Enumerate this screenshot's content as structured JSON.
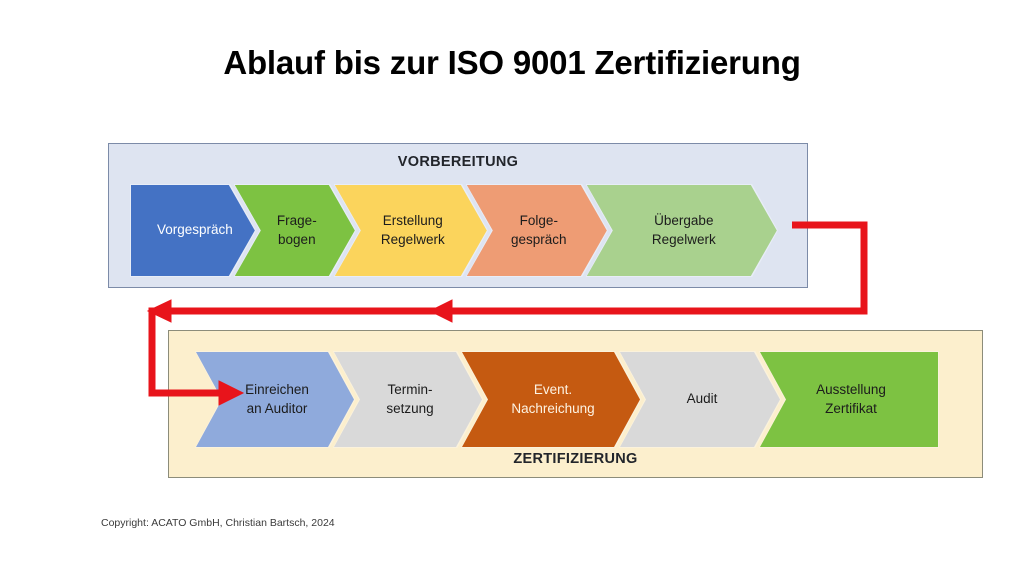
{
  "slide": {
    "title": "Ablauf bis zur ISO 9001 Zertifizierung",
    "copyright": "Copyright: ACATO GmbH, Christian Bartsch, 2024",
    "background_color": "#FFFFFF"
  },
  "phases": [
    {
      "id": "vorbereitung",
      "label": "VORBEREITUNG",
      "label_position": "top",
      "background_color": "#DEE4F1",
      "border_color": "#7C8BA8",
      "steps": [
        {
          "label": "Vorgespräch",
          "shape": "pentagon-head",
          "fill": "#4472C4",
          "outline": "#E8EDF7",
          "text_color": "#FFFFFF",
          "width": 122
        },
        {
          "label": "Frage-\nbogen",
          "shape": "chevron",
          "fill": "#7DC242",
          "outline": "#E8EDF7",
          "text_color": "#1C1C1C",
          "width": 120
        },
        {
          "label": "Erstellung\nRegelwerk",
          "shape": "chevron",
          "fill": "#FBD45C",
          "outline": "#E8EDF7",
          "text_color": "#1C1C1C",
          "width": 152
        },
        {
          "label": "Folge-\ngespräch",
          "shape": "chevron",
          "fill": "#EE9C74",
          "outline": "#E8EDF7",
          "text_color": "#1C1C1C",
          "width": 140
        },
        {
          "label": "Übergabe\nRegelwerk",
          "shape": "chevron",
          "fill": "#A9D18E",
          "outline": "#E8EDF7",
          "text_color": "#1C1C1C",
          "width": 190
        }
      ]
    },
    {
      "id": "zertifizierung",
      "label": "ZERTIFIZIERUNG",
      "label_position": "bottom",
      "background_color": "#FCEFCD",
      "border_color": "#8C8C7A",
      "steps": [
        {
          "label": "Einreichen\nan Auditor",
          "shape": "chevron",
          "fill": "#8FAADC",
          "outline": "#FBF2DC",
          "text_color": "#1C1C1C",
          "width": 158
        },
        {
          "label": "Termin-\nsetzung",
          "shape": "chevron",
          "fill": "#D9D9D9",
          "outline": "#FBF2DC",
          "text_color": "#1C1C1C",
          "width": 148
        },
        {
          "label": "Event.\nNachreichung",
          "shape": "chevron",
          "fill": "#C55A11",
          "outline": "#FBF2DC",
          "text_color": "#FDF3E3",
          "width": 178
        },
        {
          "label": "Audit",
          "shape": "chevron",
          "fill": "#D9D9D9",
          "outline": "#FBF2DC",
          "text_color": "#1C1C1C",
          "width": 160
        },
        {
          "label": "Ausstellung\nZertifikat",
          "shape": "chevron-flat",
          "fill": "#7DC242",
          "outline": "#FBF2DC",
          "text_color": "#1C1C1C",
          "width": 178
        }
      ]
    }
  ],
  "connector": {
    "name": "feedback-loop-arrow",
    "color": "#E8141B",
    "stroke_width": 7,
    "description": "Red loop from Übergabe Regelwerk back to Einreichen an Auditor",
    "arrowheads": 3
  }
}
